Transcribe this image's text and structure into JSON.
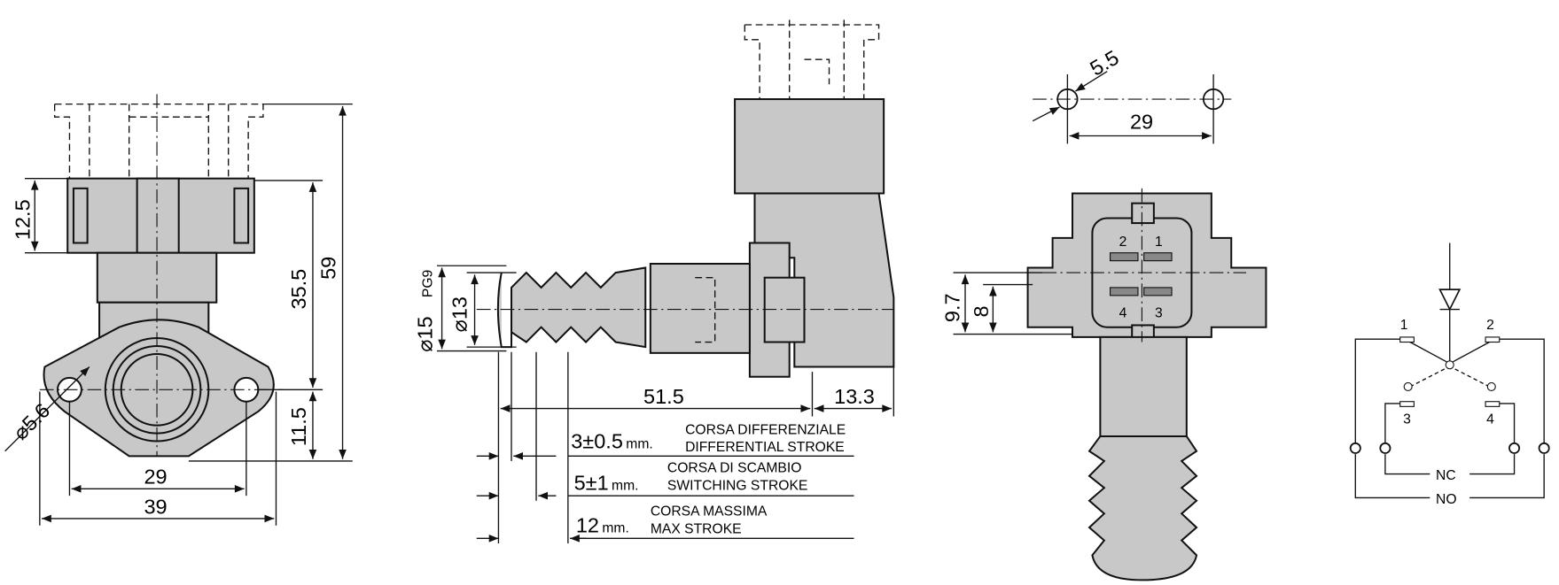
{
  "drawing": {
    "side_view": {
      "dims": {
        "d125": "12.5",
        "d355": "35.5",
        "d59": "59",
        "d115": "11.5",
        "d29": "29",
        "d39": "39",
        "hole": "⌀5.6"
      }
    },
    "front_view": {
      "dims": {
        "d15": "⌀15",
        "pg9": "PG9",
        "d13": "⌀13",
        "d515": "51.5",
        "d133": "13.3"
      },
      "strokes": [
        {
          "value": "3±0.5",
          "unit": "mm.",
          "label_it": "CORSA DIFFERENZIALE",
          "label_en": "DIFFERENTIAL STROKE"
        },
        {
          "value": "5±1",
          "unit": "mm.",
          "label_it": "CORSA DI SCAMBIO",
          "label_en": "SWITCHING STROKE"
        },
        {
          "value": "12",
          "unit": "mm.",
          "label_it": "CORSA MASSIMA",
          "label_en": "MAX STROKE"
        }
      ]
    },
    "mounting": {
      "hole": "5.5",
      "spacing": "29"
    },
    "connector_view": {
      "pins": [
        "2",
        "1",
        "4",
        "3"
      ],
      "dims": {
        "d97": "9.7",
        "d8": "8"
      }
    },
    "schematic": {
      "terminals": [
        "1",
        "2",
        "3",
        "4"
      ],
      "nc": "NC",
      "no": "NO"
    }
  }
}
